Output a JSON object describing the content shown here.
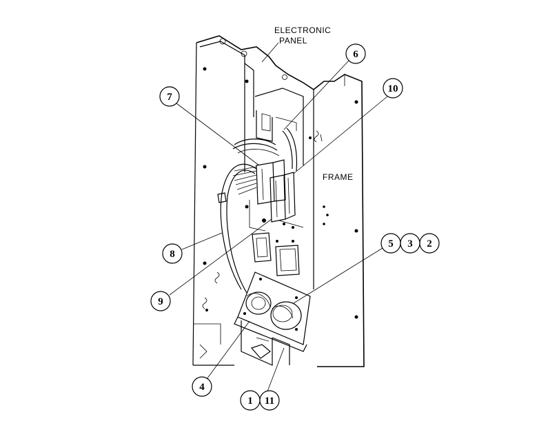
{
  "labels": {
    "electronic_panel_line1": "ELECTRONIC",
    "electronic_panel_line2": "PANEL",
    "frame": "FRAME"
  },
  "callouts": {
    "c6": "6",
    "c7": "7",
    "c10": "10",
    "c8": "8",
    "c9": "9",
    "c5": "5",
    "c3": "3",
    "c2": "2",
    "c4": "4",
    "c1": "1",
    "c11": "11"
  }
}
